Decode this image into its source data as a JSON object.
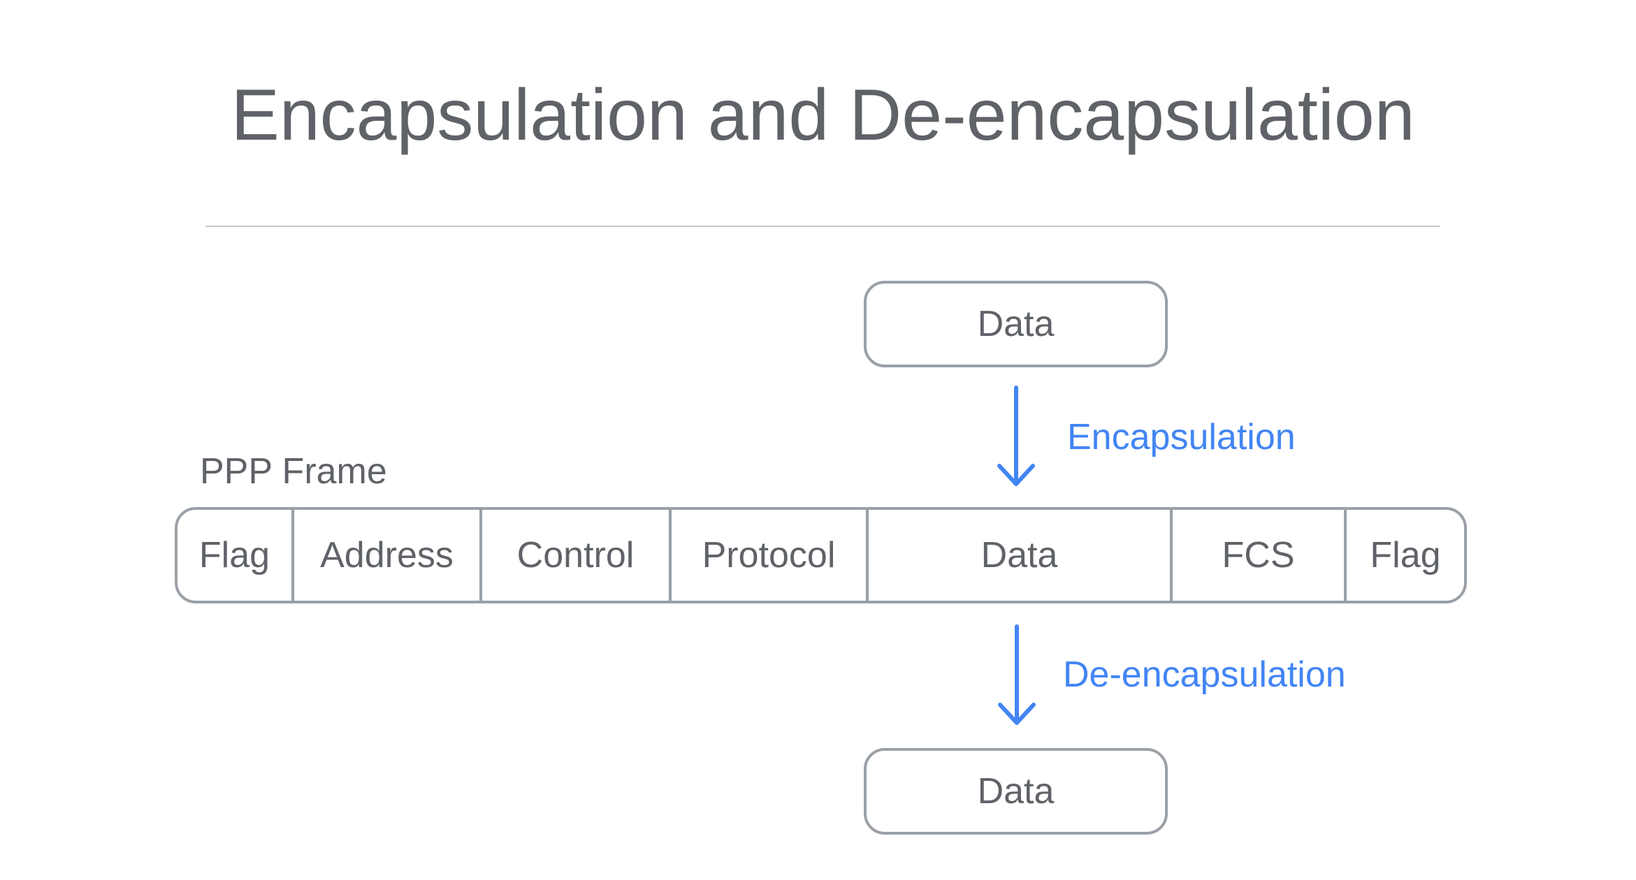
{
  "title": "Encapsulation and De-encapsulation",
  "top_box": "Data",
  "encapsulation_label": "Encapsulation",
  "frame_label": "PPP Frame",
  "frame_fields": [
    "Flag",
    "Address",
    "Control",
    "Protocol",
    "Data",
    "FCS",
    "Flag"
  ],
  "deencapsulation_label": "De-encapsulation",
  "bottom_box": "Data",
  "colors": {
    "text": "#5f6368",
    "border": "#9aa0a6",
    "accent": "#4285f4"
  }
}
